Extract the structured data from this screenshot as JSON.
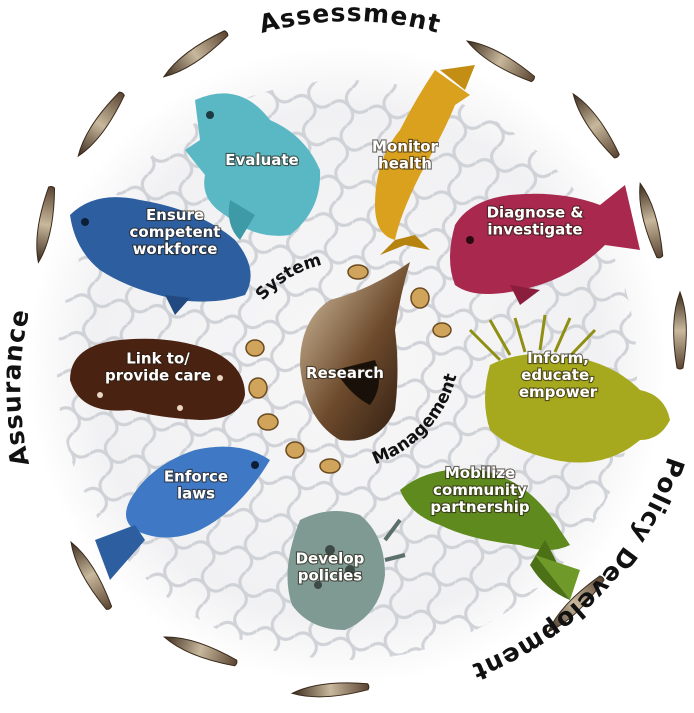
{
  "diagram": {
    "outer_labels": {
      "top": "Assessment",
      "left": "Assurance",
      "right_bottom": "Policy Development"
    },
    "inner_labels": {
      "system": "System",
      "management": "Management"
    },
    "center": {
      "label": "Research",
      "icon": "conch-shell-icon"
    },
    "services": [
      {
        "lines": [
          "Evaluate"
        ],
        "icon": "fish-icon",
        "color": "#5ab8c4"
      },
      {
        "lines": [
          "Monitor",
          "health"
        ],
        "icon": "fish-icon",
        "color": "#d9a11e"
      },
      {
        "lines": [
          "Diagnose &",
          "investigate"
        ],
        "icon": "fish-icon",
        "color": "#a8284e"
      },
      {
        "lines": [
          "Inform,",
          "educate,",
          "empower"
        ],
        "icon": "lobster-icon",
        "color": "#a6a81e"
      },
      {
        "lines": [
          "Mobilize",
          "community",
          "partnership"
        ],
        "icon": "filefish-icon",
        "color": "#5f8a1e"
      },
      {
        "lines": [
          "Develop",
          "policies"
        ],
        "icon": "crab-icon",
        "color": "#7f9a92"
      },
      {
        "lines": [
          "Enforce",
          "laws"
        ],
        "icon": "fish-icon",
        "color": "#3f78c4"
      },
      {
        "lines": [
          "Link to/",
          "provide care"
        ],
        "icon": "sea-cucumber-icon",
        "color": "#4a2212"
      },
      {
        "lines": [
          "Ensure",
          "competent",
          "workforce"
        ],
        "icon": "fish-icon",
        "color": "#2d5fa0"
      }
    ]
  }
}
